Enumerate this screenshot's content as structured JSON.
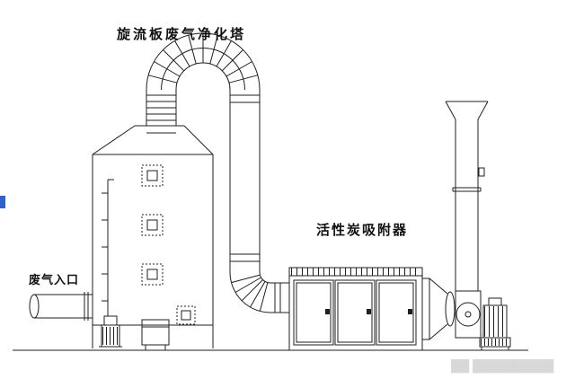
{
  "colors": {
    "line": "#1f1f1f",
    "background": "#ffffff",
    "watermark": "#d8d8d8",
    "artifact_blue": "#2e62c9"
  },
  "labels": {
    "tower": "旋流板废气净化塔",
    "adsorber": "活性炭吸附器",
    "inlet": "废气入口"
  },
  "watermark": {
    "text": "██ █████████"
  },
  "diagram": {
    "type": "engineering-schematic"
  }
}
